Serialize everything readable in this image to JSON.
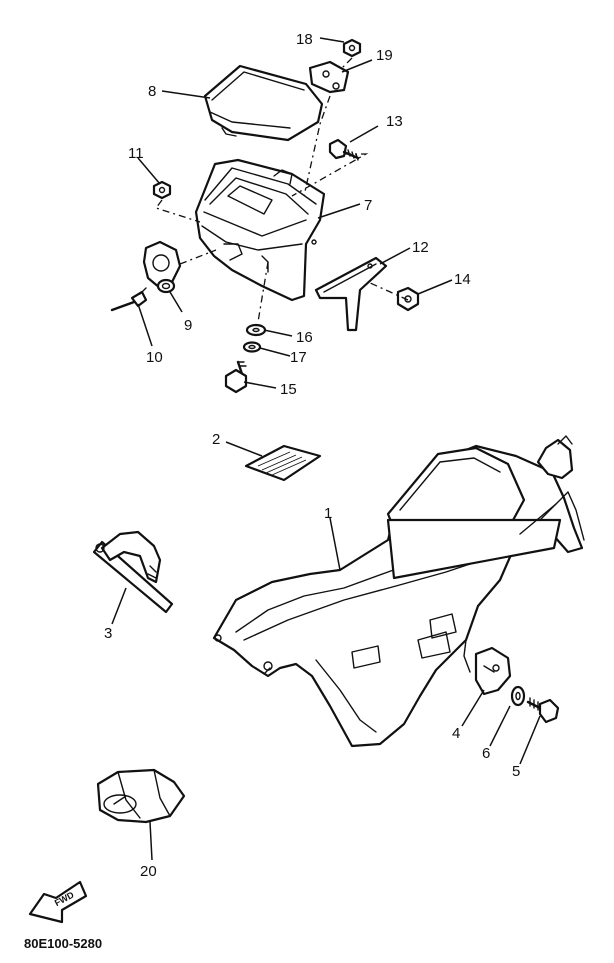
{
  "diagram": {
    "callouts": {
      "c1": "1",
      "c2": "2",
      "c3": "3",
      "c4": "4",
      "c5": "5",
      "c6": "6",
      "c7": "7",
      "c8": "8",
      "c9": "9",
      "c10": "10",
      "c11": "11",
      "c12": "12",
      "c13": "13",
      "c14": "14",
      "c15": "15",
      "c16": "16",
      "c17": "17",
      "c18": "18",
      "c19": "19",
      "c20": "20"
    },
    "fwd_label": "FWD",
    "drawing_code": "80E100-5280"
  }
}
